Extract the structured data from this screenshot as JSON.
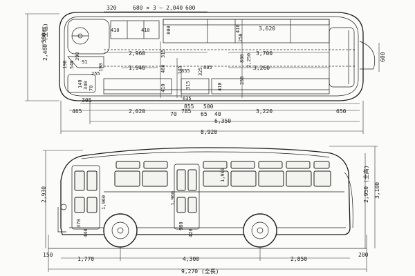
{
  "plan_view": {
    "top_dims": {
      "d320": "320",
      "seats": "680 × 3 — 2,040",
      "d600": "600"
    },
    "upper_row": {
      "d410a": "410",
      "d410b": "410",
      "d800": "800",
      "d410c": "410",
      "d3620": "3,620"
    },
    "mid_row": {
      "d2960": "2,960",
      "d315": "315",
      "d800b": "800",
      "d250": "250",
      "d3700": "3,700"
    },
    "lower_row": {
      "d190": "190",
      "d540": "540",
      "d1940": "1,940",
      "d400": "400",
      "d145": "145",
      "d855": "855",
      "d325": "325",
      "d605": "605",
      "d3260": "3,260",
      "d2250": "2,250"
    },
    "small": {
      "d390": "390",
      "d91": "91",
      "d255": "255",
      "d190b": "190",
      "d140": "140",
      "d340": "340",
      "d70": "70",
      "d410d": "410",
      "d315b": "315",
      "d635": "635",
      "d410e": "410",
      "d250b": "250"
    },
    "bottom_row1": {
      "d305": "305",
      "d855b": "855",
      "d500": "500",
      "d65": "65",
      "d40": "40"
    },
    "bottom_row2": {
      "d465": "465",
      "d2020": "2,020",
      "d785": "785",
      "d3220": "3,220",
      "d650": "650"
    },
    "bottom_row3": {
      "d6350": "6,350"
    },
    "overall": "8,920",
    "width_label": "2,460 (全幅)",
    "d590": "590",
    "d600_right": "600"
  },
  "side_view": {
    "height_label": "2,930",
    "right_heights": {
      "inner": "2,950 (全高)",
      "outer": "3,100"
    },
    "door_dims": {
      "d1960": "1,960",
      "d1960b": "1,960",
      "d1900": "1,900"
    },
    "small": {
      "d370": "370",
      "d440": "440",
      "d980": "980",
      "d420": "420"
    },
    "bottom_dims": {
      "d150": "150",
      "d1770": "1,770",
      "d4300": "4,300",
      "d2850": "2,850",
      "d200": "200"
    },
    "overall": "9,270 (全長)"
  }
}
